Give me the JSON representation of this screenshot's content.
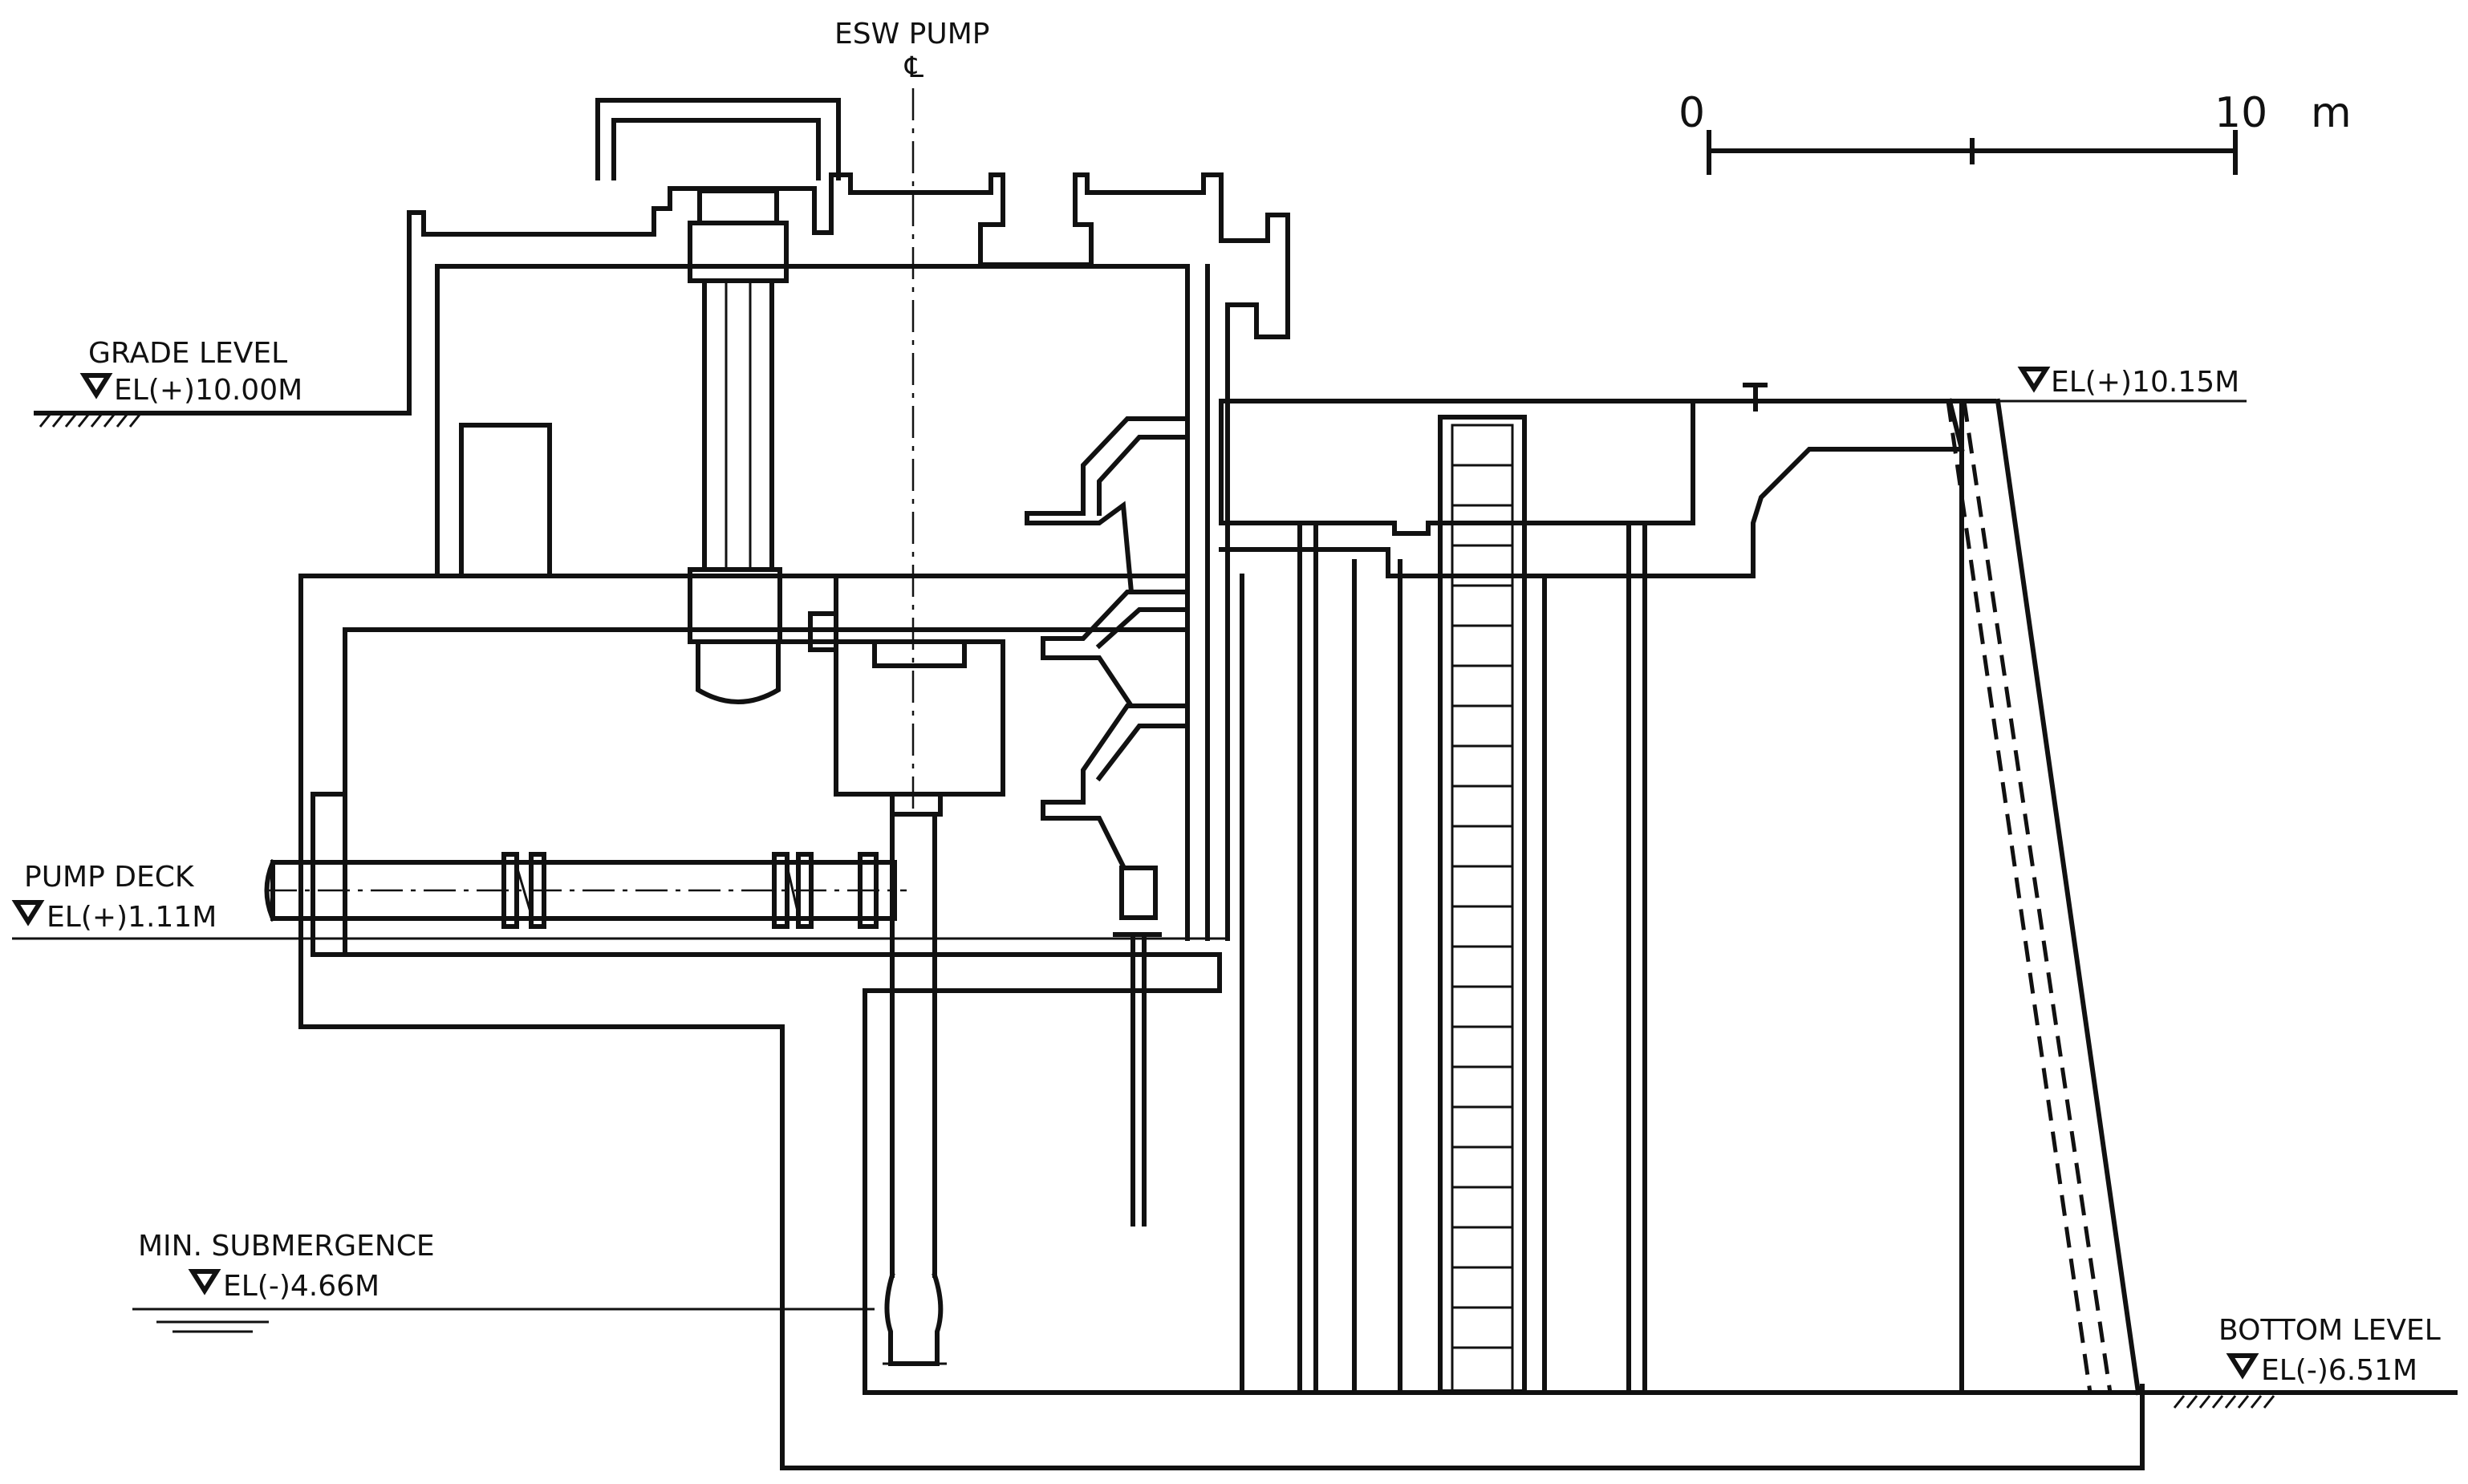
{
  "title": "ESW PUMP",
  "centerline_symbol": "℄",
  "scale_bar": {
    "start_label": "0",
    "end_label": "10",
    "unit": "m"
  },
  "levels": {
    "grade": {
      "name": "GRADE LEVEL",
      "elevation": "EL(+)10.00M"
    },
    "top_right": {
      "elevation": "EL(+)10.15M"
    },
    "pump_deck": {
      "name": "PUMP DECK",
      "elevation": "EL(+)1.11M"
    },
    "min_submergence": {
      "name": "MIN. SUBMERGENCE",
      "elevation": "EL(-)4.66M"
    },
    "bottom": {
      "name": "BOTTOM LEVEL",
      "elevation": "EL(-)6.51M"
    }
  }
}
